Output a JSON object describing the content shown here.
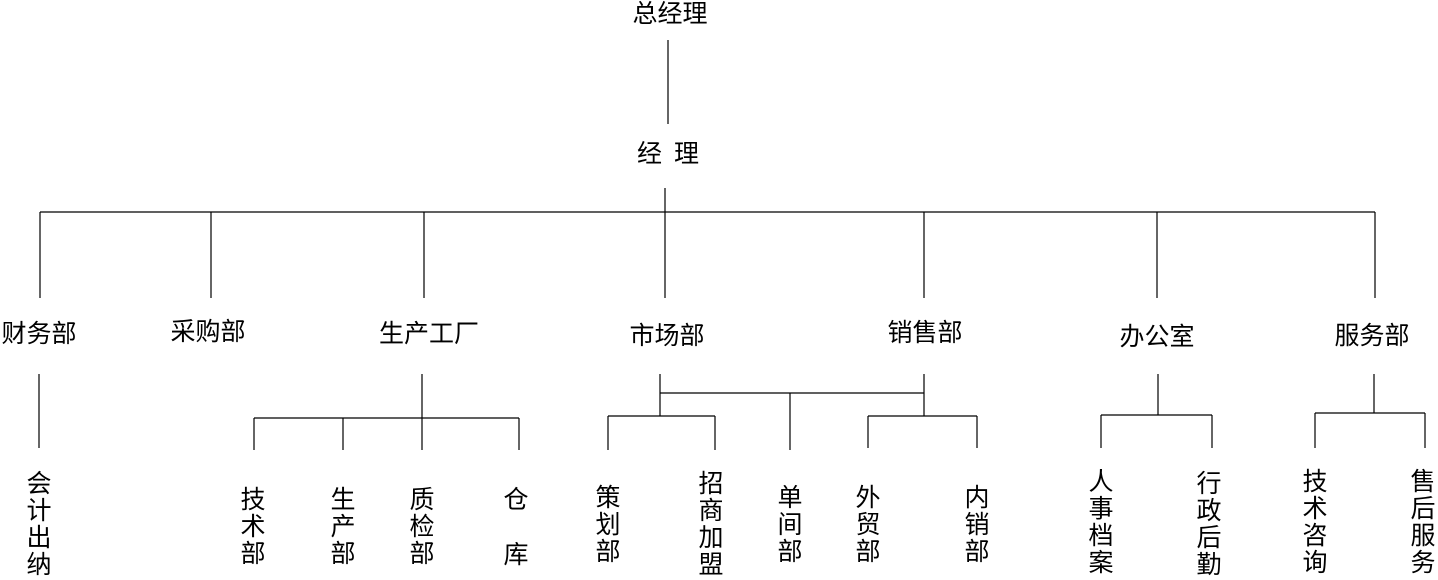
{
  "gm": "总经理",
  "manager": "经 理",
  "departments": {
    "finance": "财务部",
    "purchasing": "采购部",
    "factory": "生产工厂",
    "marketing": "市场部",
    "sales": "销售部",
    "office": "办公室",
    "service": "服务部"
  },
  "sub_units": {
    "accounting": "会计出纳",
    "tech": "技术部",
    "production": "生产部",
    "qc": "质检部",
    "warehouse_1": "仓",
    "warehouse_2": "库",
    "planning": "策划部",
    "franchise": "招商加盟",
    "single": "单间部",
    "foreign_trade": "外贸部",
    "domestic_sales": "内销部",
    "hr_files": "人事档案",
    "admin_logistics": "行政后勤",
    "tech_consult": "技术咨询",
    "after_sales": "售后服务"
  },
  "colors": {
    "line": "#000000",
    "text": "#000000",
    "background": "#ffffff"
  }
}
